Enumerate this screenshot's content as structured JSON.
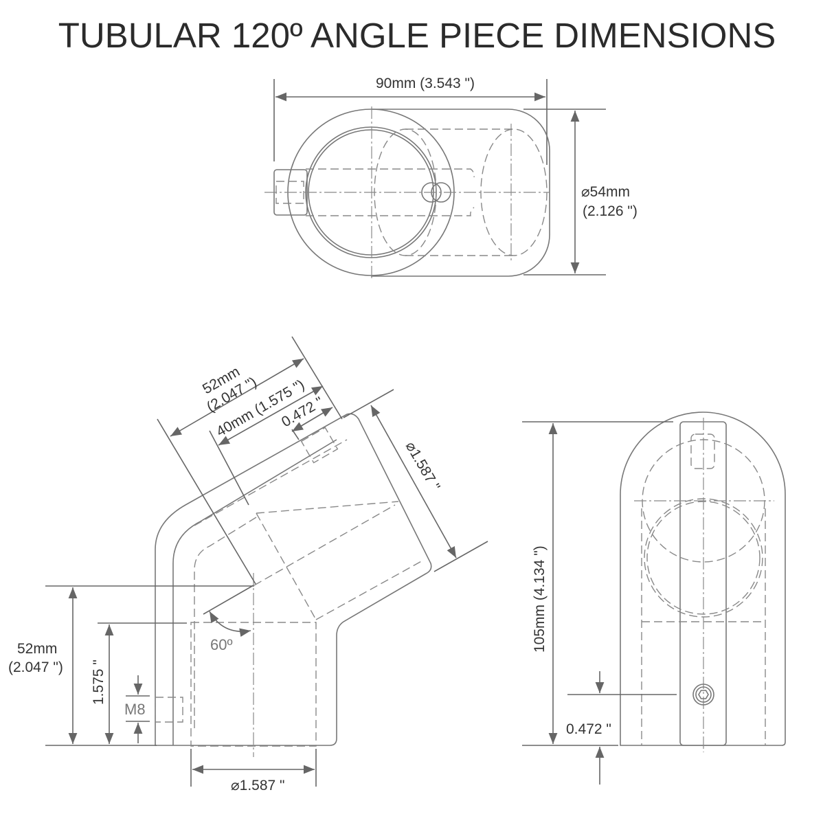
{
  "title": "TUBULAR 120º ANGLE PIECE DIMENSIONS",
  "top_view": {
    "width_label": "90mm (3.543 \")",
    "diameter_label_line1": "⌀54mm",
    "diameter_label_line2": "(2.126 \")"
  },
  "side_view": {
    "arm_length_line1": "52mm",
    "arm_length_line2": "(2.047 \")",
    "socket_depth": "40mm (1.575 \")",
    "screw_offset": "0.472 \"",
    "arm_diameter": "⌀1.587 \"",
    "angle": "60º",
    "height_line1": "52mm",
    "height_line2": "(2.047 \")",
    "socket_height": "1.575 \"",
    "screw_size": "M8",
    "base_diameter": "⌀1.587 \""
  },
  "front_view": {
    "height_label": "105mm (4.134 \")",
    "screw_offset": "0.472 \""
  },
  "colors": {
    "line": "#777777",
    "text": "#333333",
    "title": "#2b2b2b"
  }
}
